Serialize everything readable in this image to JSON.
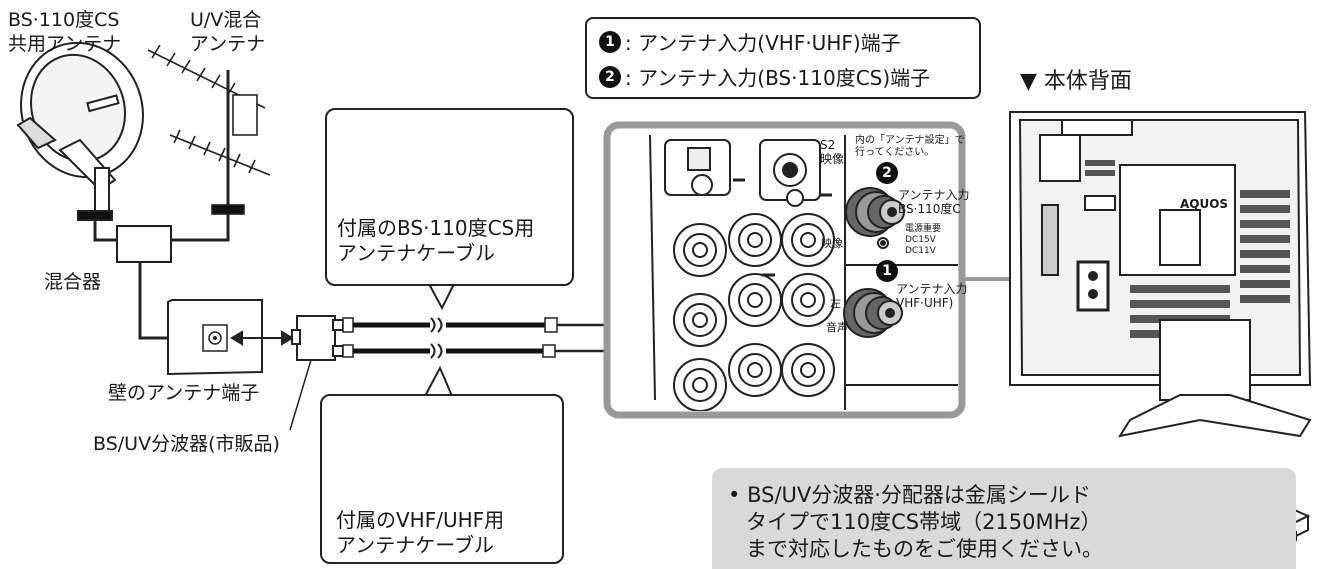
{
  "labels": {
    "bs_antenna": "BS·110度CS\n共用アンテナ",
    "uv_antenna": "U/V混合\nアンテナ",
    "mixer": "混合器",
    "wall_terminal": "壁のアンテナ端子",
    "splitter": "BS/UV分波器(市販品)",
    "rear_title": "▼ 本体背面",
    "brand": "AQUOS"
  },
  "legend": {
    "item1_badge": "1",
    "item1_text": ": アンテナ入力(VHF·UHF)端子",
    "item2_badge": "2",
    "item2_text": ": アンテナ入力(BS·110度CS)端子"
  },
  "callouts": {
    "bs_cable": "付属のBS·110度CS用\nアンテナケーブル",
    "vhf_cable": "付属のVHF/UHF用\nアンテナケーブル"
  },
  "panel": {
    "s2": "S2\n映像",
    "note_small": "内の「アンテナ設定」で\n行ってください。",
    "bs_input": "アンテナ入力\nBS·110度C",
    "power": "電源重要\nDC15V\nDC11V",
    "uv_input": "アンテナ入力\nVHF·UHF)",
    "video": "映像",
    "left": "左",
    "audio": "音声",
    "badge1": "1",
    "badge2": "2"
  },
  "note": {
    "bullet": "•",
    "line1": "BS/UV分波器·分配器は金属シールド",
    "line2": "タイプで110度CS帯域（2150MHz）",
    "line3": "まで対応したものをご使用ください。"
  }
}
